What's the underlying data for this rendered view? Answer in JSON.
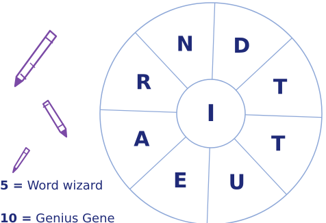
{
  "wheel": {
    "center_letter": "I",
    "outer_letters": [
      "D",
      "T",
      "T",
      "U",
      "E",
      "A",
      "R",
      "N"
    ],
    "line_color": "#8ea8d8",
    "letter_color": "#1f2a78"
  },
  "pencils": {
    "fill_color": "#ffffff",
    "stroke_color": "#7b4aa6"
  },
  "scoring": [
    {
      "points": "5 =",
      "label": "Word wizard"
    },
    {
      "points": "10 =",
      "label": "Genius Gene"
    }
  ],
  "score_colors": {
    "points": "#1f2a78",
    "label": "#1f2a78"
  }
}
